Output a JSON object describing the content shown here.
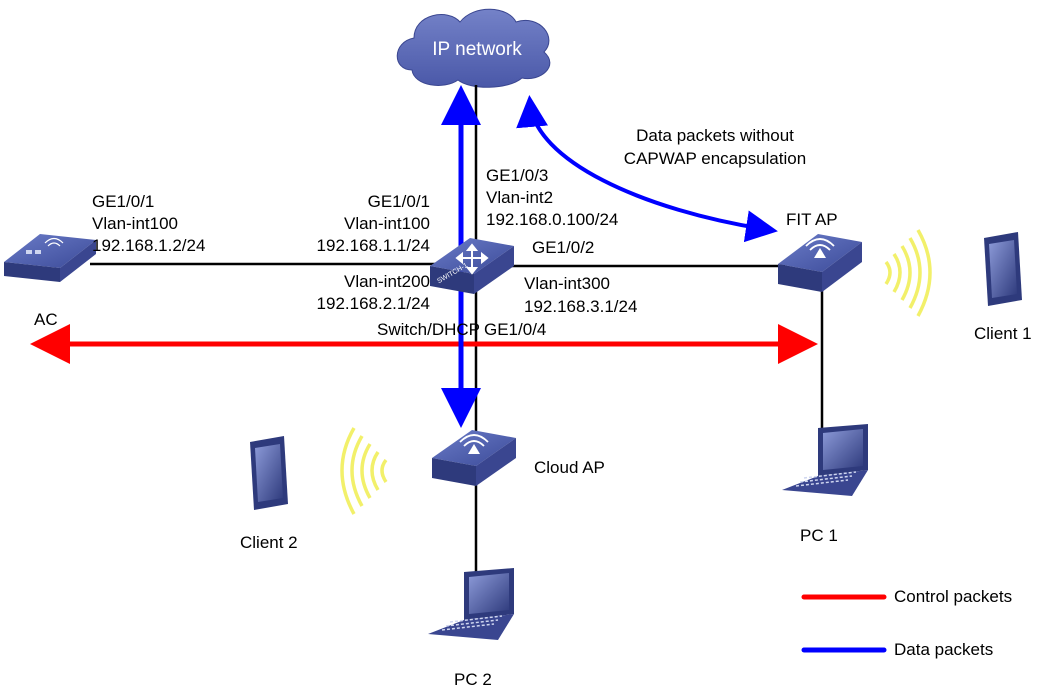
{
  "cloud": {
    "label": "IP network"
  },
  "devices": {
    "ac": "AC",
    "switch_name": "Switch/DHCP",
    "switch_badge": "SWITCH-1",
    "fit_ap": "FIT AP",
    "cloud_ap": "Cloud AP",
    "client1": "Client 1",
    "client2": "Client 2",
    "pc1": "PC 1",
    "pc2": "PC 2"
  },
  "interfaces": {
    "ac_port": "GE1/0/1",
    "ac_vlan": "Vlan-int100",
    "ac_ip": "192.168.1.2/24",
    "sw_ac_port": "GE1/0/1",
    "sw_ac_vlan": "Vlan-int100",
    "sw_ac_ip": "192.168.1.1/24",
    "sw_vlan200": "Vlan-int200",
    "sw_ip200": "192.168.2.1/24",
    "sw_up_port": "GE1/0/3",
    "sw_up_vlan": "Vlan-int2",
    "sw_up_ip": "192.168.0.100/24",
    "sw_ap_port": "GE1/0/2",
    "sw_vlan300": "Vlan-int300",
    "sw_ip300": "192.168.3.1/24",
    "sw_down_port": "GE1/0/4"
  },
  "annotation": {
    "line1": "Data packets without",
    "line2": "CAPWAP encapsulation"
  },
  "legend": {
    "control": "Control packets",
    "data": "Data packets"
  },
  "colors": {
    "control": "#ff0000",
    "data": "#0000ff",
    "cloud": "#5a68b8",
    "device_top": "#4a5aa8",
    "device_side": "#2e3a7c",
    "wave": "#f2f06a"
  }
}
